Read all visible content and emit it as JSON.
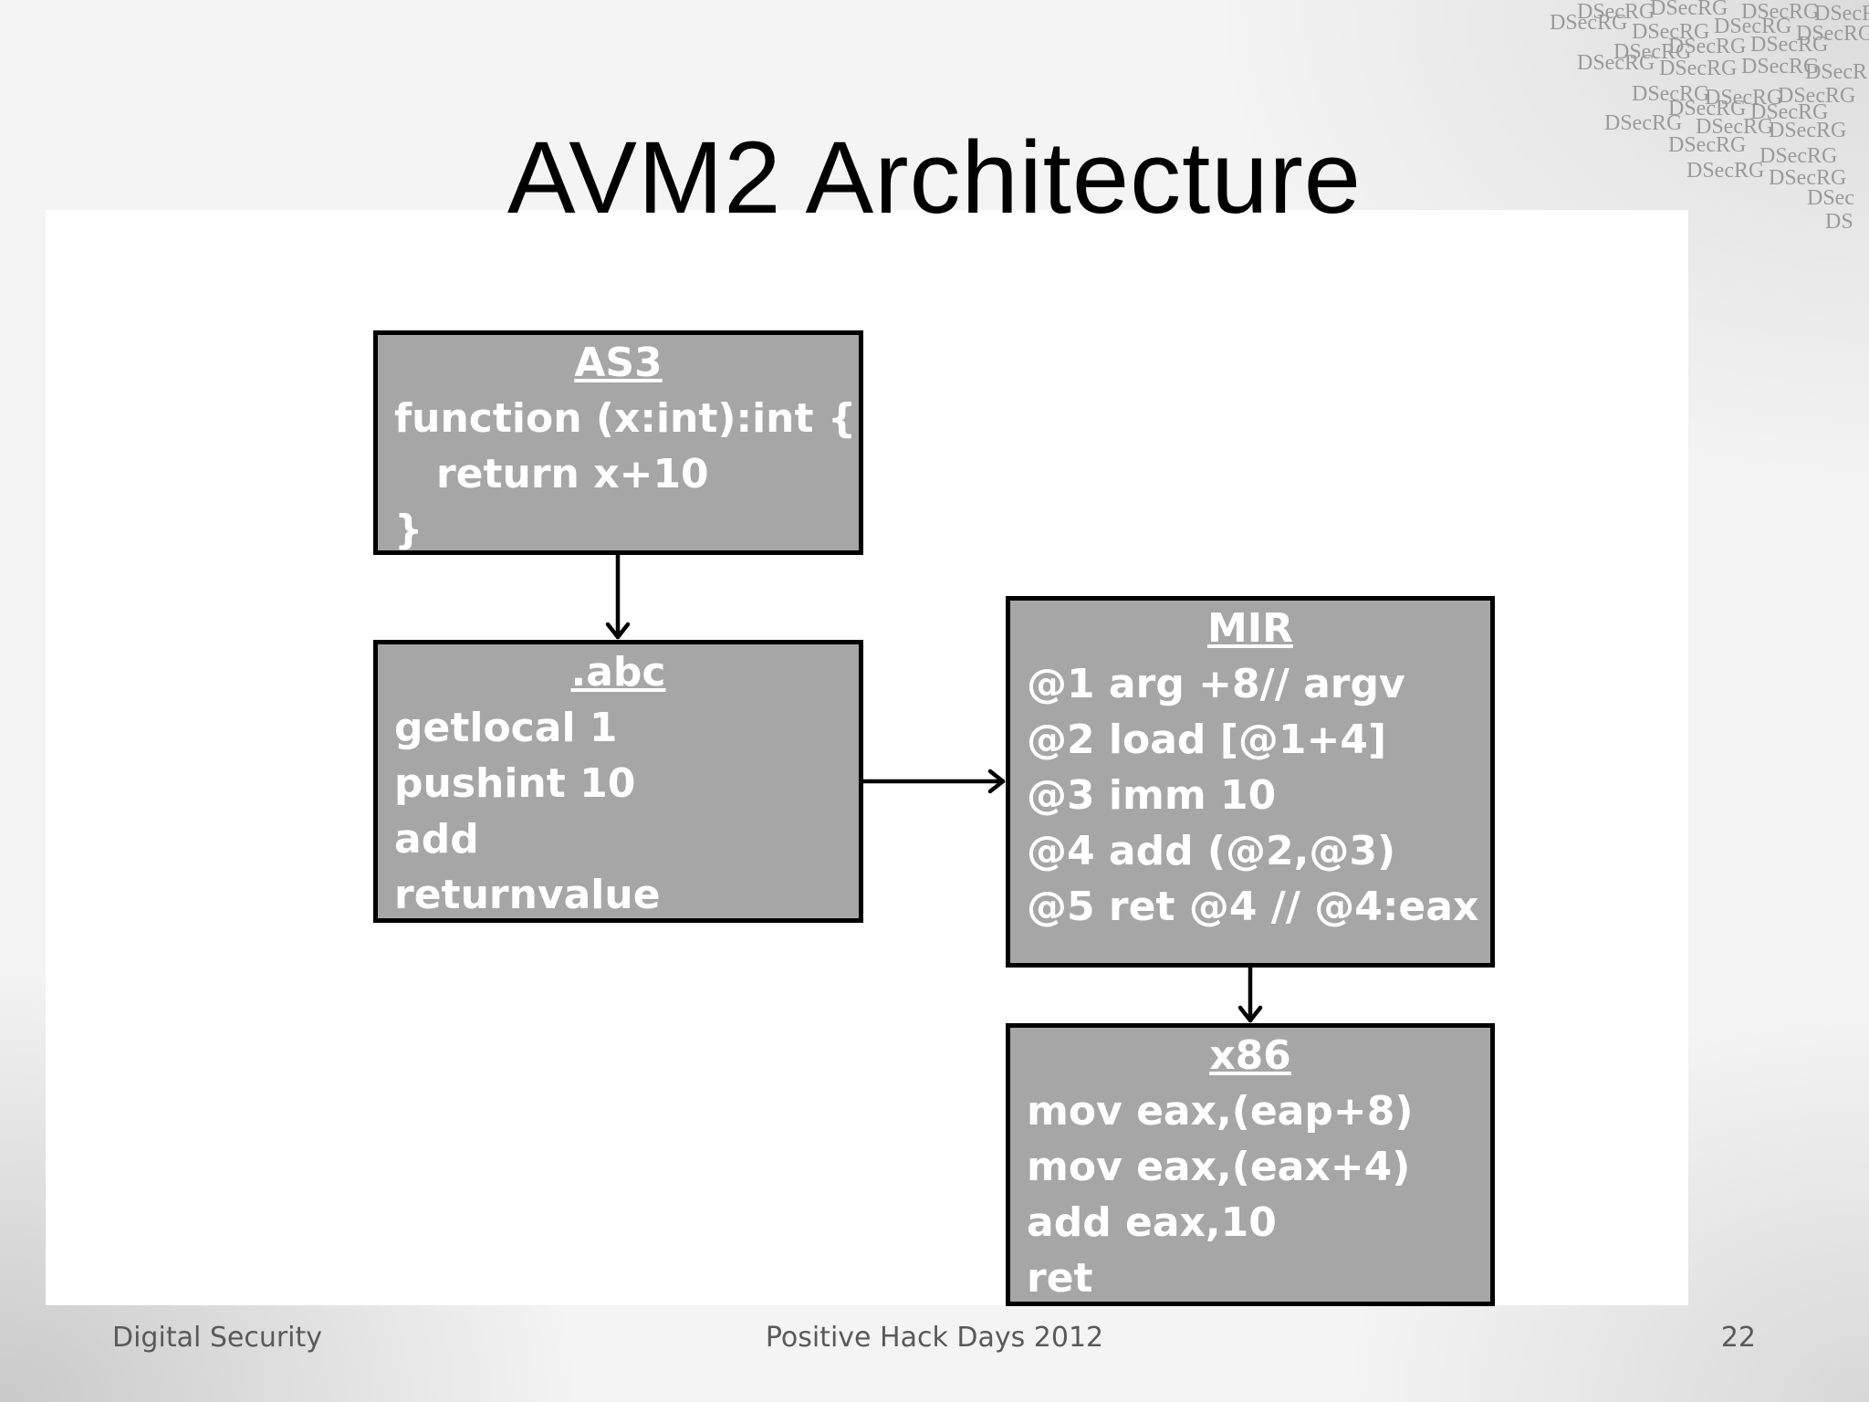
{
  "slide": {
    "title": "AVM2 Architecture",
    "watermark_text": "DSecRG",
    "footer": {
      "left": "Digital Security",
      "center": "Positive Hack Days 2012",
      "page_number": "22"
    }
  },
  "boxes": {
    "as3": {
      "heading": "AS3",
      "lines": [
        "function (x:int):int {",
        "   return x+10",
        "}"
      ]
    },
    "abc": {
      "heading": ".abc",
      "lines": [
        "getlocal 1",
        "pushint 10",
        "add",
        "returnvalue"
      ]
    },
    "mir": {
      "heading": "MIR",
      "lines": [
        "@1 arg +8// argv",
        "@2 load [@1+4]",
        "@3 imm 10",
        "@4 add (@2,@3)",
        "@5 ret @4 // @4:eax"
      ]
    },
    "x86": {
      "heading": "x86",
      "lines": [
        "mov eax,(eap+8)",
        "mov eax,(eax+4)",
        "add eax,10",
        "ret"
      ]
    }
  },
  "colors": {
    "box_fill": "#a6a6a6",
    "box_border": "#000000",
    "box_text": "#ffffff"
  }
}
